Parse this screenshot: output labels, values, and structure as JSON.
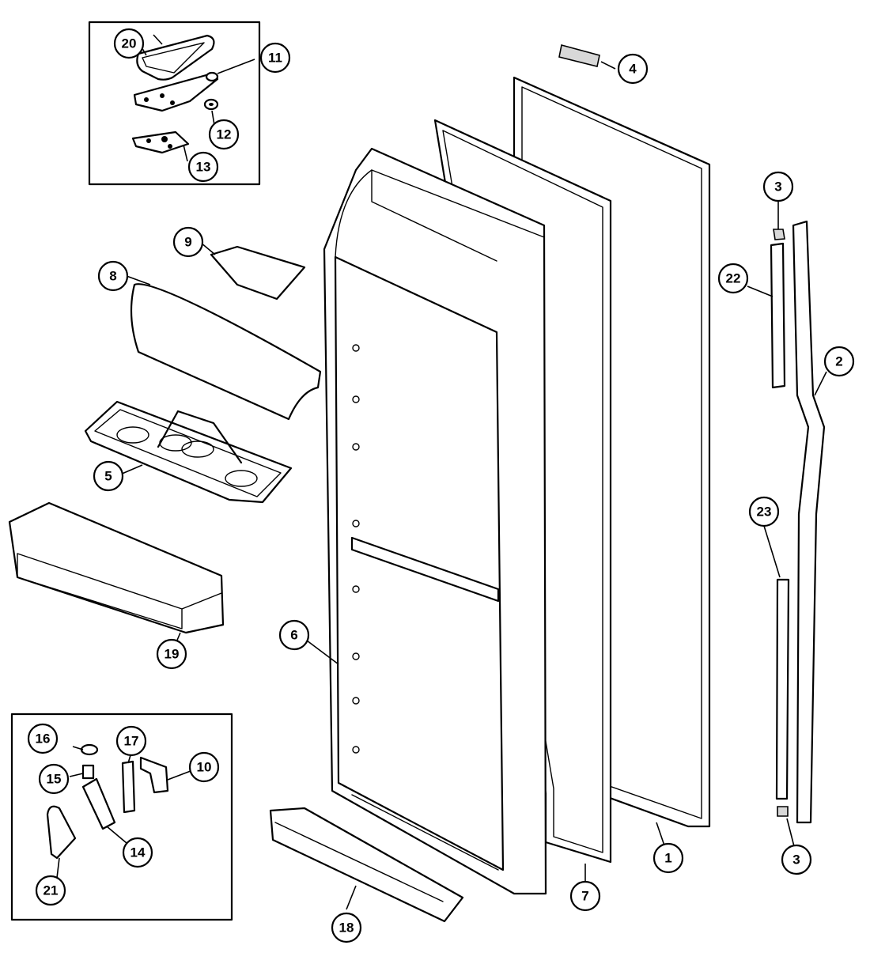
{
  "diagram": {
    "callouts": {
      "c1": "1",
      "c2": "2",
      "c3a": "3",
      "c3b": "3",
      "c4": "4",
      "c5": "5",
      "c6": "6",
      "c7": "7",
      "c8": "8",
      "c9": "9",
      "c10": "10",
      "c11": "11",
      "c12": "12",
      "c13": "13",
      "c14": "14",
      "c15": "15",
      "c16": "16",
      "c17": "17",
      "c18": "18",
      "c19": "19",
      "c20": "20",
      "c21": "21",
      "c22": "22",
      "c23": "23"
    }
  }
}
